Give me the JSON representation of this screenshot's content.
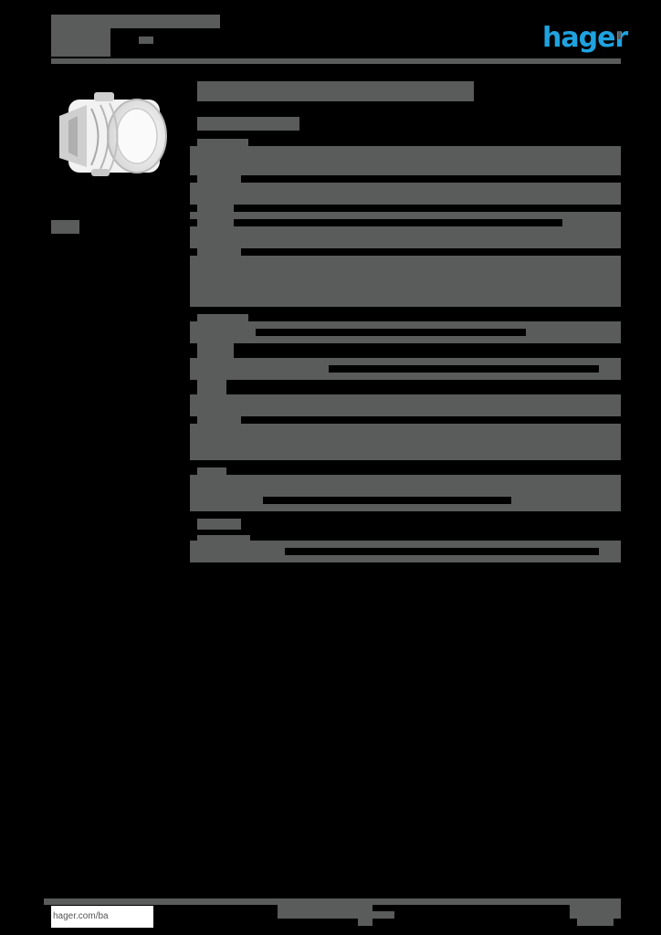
{
  "header": {
    "brand_logo": "hager",
    "brand_color": "#1fa3e0",
    "title_redacted": true,
    "subtitle_redacted": true
  },
  "sidebar": {
    "product_image": "product-photo-transparent-cover",
    "label_redacted": true
  },
  "main": {
    "title_redacted": true,
    "subtitle_redacted": true,
    "sections": [
      {
        "heading_redacted": true,
        "rows": 1
      },
      {
        "heading_redacted": true,
        "rows": 4
      },
      {
        "heading_redacted": true,
        "rows": 3
      },
      {
        "heading_redacted": true,
        "rows": 1
      },
      {
        "heading_redacted": true,
        "rows": 1
      },
      {
        "heading_redacted": true,
        "rows": 2
      },
      {
        "heading_redacted": true,
        "rows": 1
      },
      {
        "heading_redacted": true,
        "rows": 1
      }
    ]
  },
  "footer": {
    "website": "hager.com/ba",
    "left_text_redacted": true,
    "right_text_redacted": true
  },
  "colors": {
    "background": "#000000",
    "redaction": "#5a5b5b",
    "accent": "#1fa3e0"
  }
}
